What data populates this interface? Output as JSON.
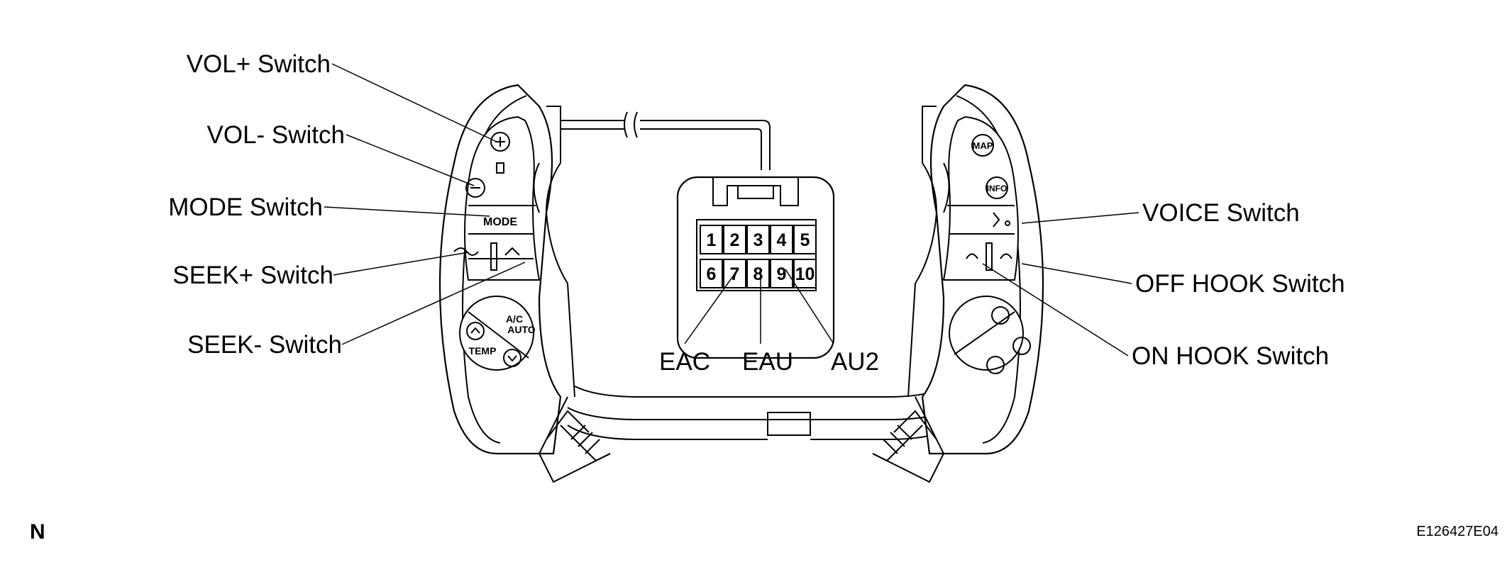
{
  "callouts_left": {
    "vol_plus": "VOL+ Switch",
    "vol_minus": "VOL- Switch",
    "mode": "MODE Switch",
    "seek_plus": "SEEK+ Switch",
    "seek_minus": "SEEK- Switch"
  },
  "callouts_right": {
    "voice": "VOICE Switch",
    "off_hook": "OFF HOOK Switch",
    "on_hook": "ON HOOK Switch"
  },
  "connector": {
    "pins": [
      "1",
      "2",
      "3",
      "4",
      "5",
      "6",
      "7",
      "8",
      "9",
      "10"
    ],
    "terminals": {
      "eac": "EAC",
      "eau": "EAU",
      "au2": "AU2"
    }
  },
  "left_pad_labels": {
    "mode": "MODE",
    "ac": "A/C",
    "auto": "AUTO",
    "temp": "TEMP",
    "plus": "+",
    "minus": "−"
  },
  "right_pad_labels": {
    "map": "MAP",
    "info": "INFO"
  },
  "footer": {
    "corner_mark": "N",
    "figure_code": "E126427E04"
  }
}
